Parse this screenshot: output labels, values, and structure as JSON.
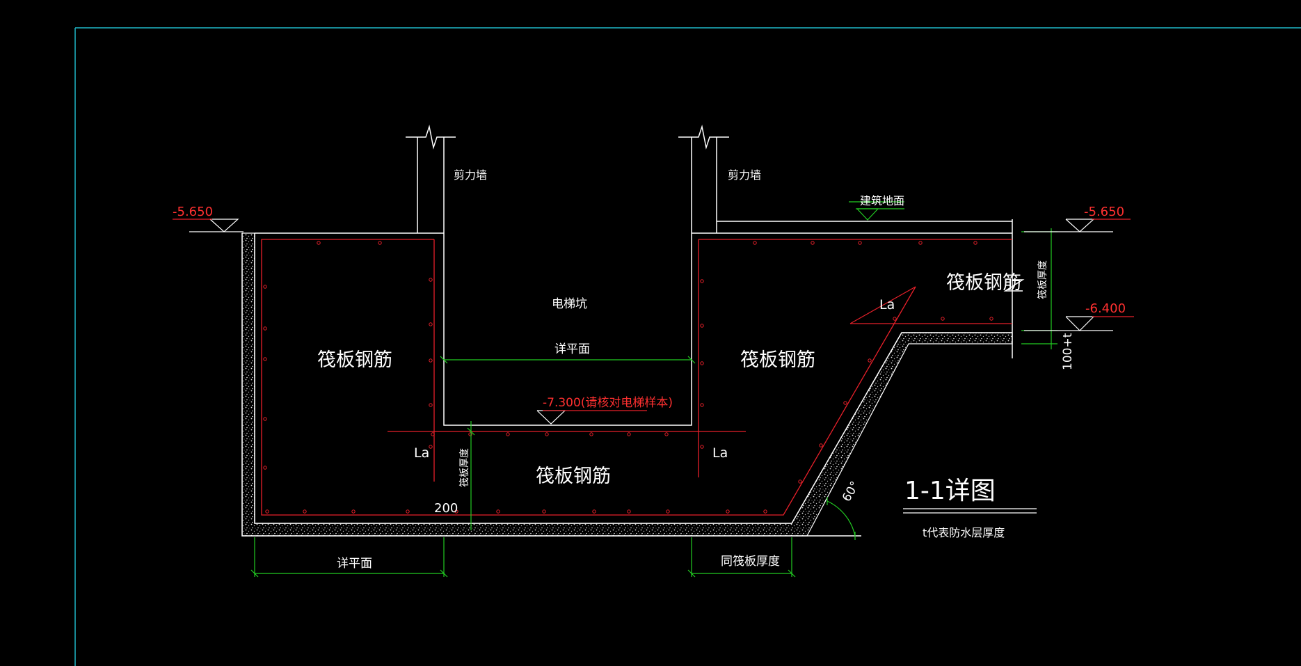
{
  "colors": {
    "background": "#000000",
    "frame": "#1FB8C8",
    "outline": "#FFFFFF",
    "rebar": "#E8202A",
    "dimension": "#22CC22",
    "elev_text": "#FF3030",
    "text": "#FFFFFF"
  },
  "elevations": {
    "left_top": "-5.650",
    "right_top": "-5.650",
    "right_mid": "-6.400",
    "pit_bottom": "-7.300(请核对电梯样本)"
  },
  "labels": {
    "shear_wall_left": "剪力墙",
    "shear_wall_right": "剪力墙",
    "building_floor": "建筑地面",
    "elevator_pit": "电梯坑",
    "pit_width_dim": "详平面",
    "raft_rebar_left": "筏板钢筋",
    "raft_rebar_center": "筏板钢筋",
    "raft_rebar_right": "筏板钢筋",
    "raft_rebar_upper_right": "筏板钢筋",
    "la_left": "La",
    "la_center": "La",
    "la_right": "La",
    "raft_thickness_center": "筏板厚度",
    "raft_thickness_right": "筏板厚度",
    "dim_200": "200",
    "dim_100t": "100+t",
    "bottom_left_dim": "详平面",
    "bottom_right_dim": "同筏板厚度",
    "angle": "60°",
    "detail_title": "1-1详图",
    "detail_note": "t代表防水层厚度"
  }
}
